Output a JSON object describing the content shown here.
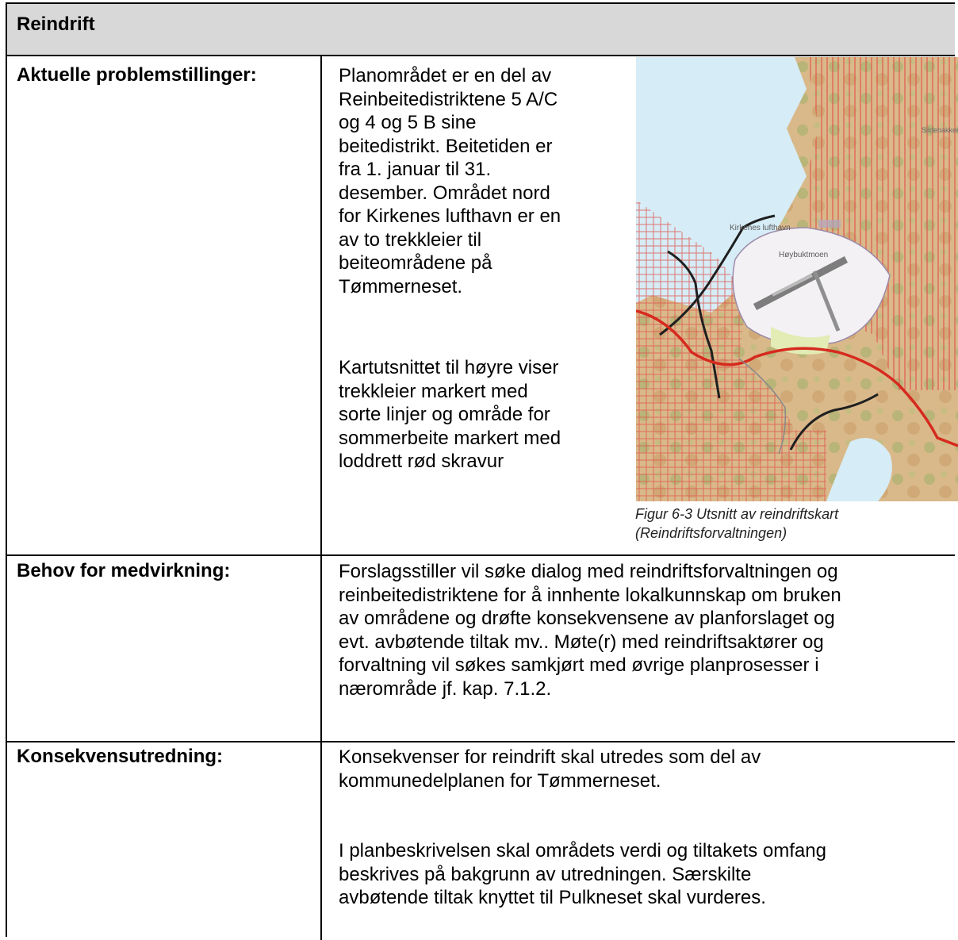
{
  "header": {
    "title": "Reindrift"
  },
  "rows": {
    "aktuelle": {
      "label": "Aktuelle problemstillinger:",
      "p1_lines": [
        "Planområdet er en del av",
        "Reinbeitedistriktene 5 A/C",
        "og 4 og 5 B sine",
        "beitedistrikt. Beitetiden er",
        "fra 1. januar til 31.",
        "desember. Området nord",
        "for Kirkenes lufthavn er en",
        "av to trekkleier til",
        "beiteområdene på",
        "Tømmerneset."
      ],
      "p2_lines": [
        "Kartutsnittet til høyre viser",
        "trekkleier markert med",
        "sorte linjer og område for",
        "sommerbeite markert med",
        "loddrett rød skravur"
      ],
      "map": {
        "labels": [
          "Kirkenes lufthavn",
          "Høybuktmoen",
          "Sildebakken"
        ]
      },
      "caption_lines": [
        "Figur 6-3 Utsnitt av reindriftskart",
        "(Reindriftsforvaltningen)"
      ]
    },
    "behov": {
      "label": "Behov for medvirkning:",
      "lines": [
        "Forslagsstiller vil søke dialog med reindriftsforvaltningen og",
        "reinbeitedistriktene for å innhente lokalkunnskap om bruken",
        "av områdene og drøfte konsekvensene av planforslaget og",
        "evt. avbøtende tiltak mv.. Møte(r) med reindriftsaktører og",
        "forvaltning vil søkes samkjørt med øvrige planprosesser i",
        "nærområde jf. kap. 7.1.2."
      ]
    },
    "konsekvens": {
      "label": "Konsekvensutredning:",
      "p1_lines": [
        "Konsekvenser for reindrift skal utredes som del av",
        "kommunedelplanen for Tømmerneset."
      ],
      "p2_lines": [
        "I planbeskrivelsen skal områdets verdi og tiltakets omfang",
        "beskrives på bakgrunn av utredningen. Særskilte",
        "avbøtende tiltak knyttet til Pulkneset skal vurderes."
      ]
    }
  },
  "colors": {
    "header_bg": "#d8d8d8",
    "map_land": "#d9b98a",
    "map_water": "#d6ecf6",
    "hatch": "#e0574f",
    "road": "#d62a1e"
  }
}
